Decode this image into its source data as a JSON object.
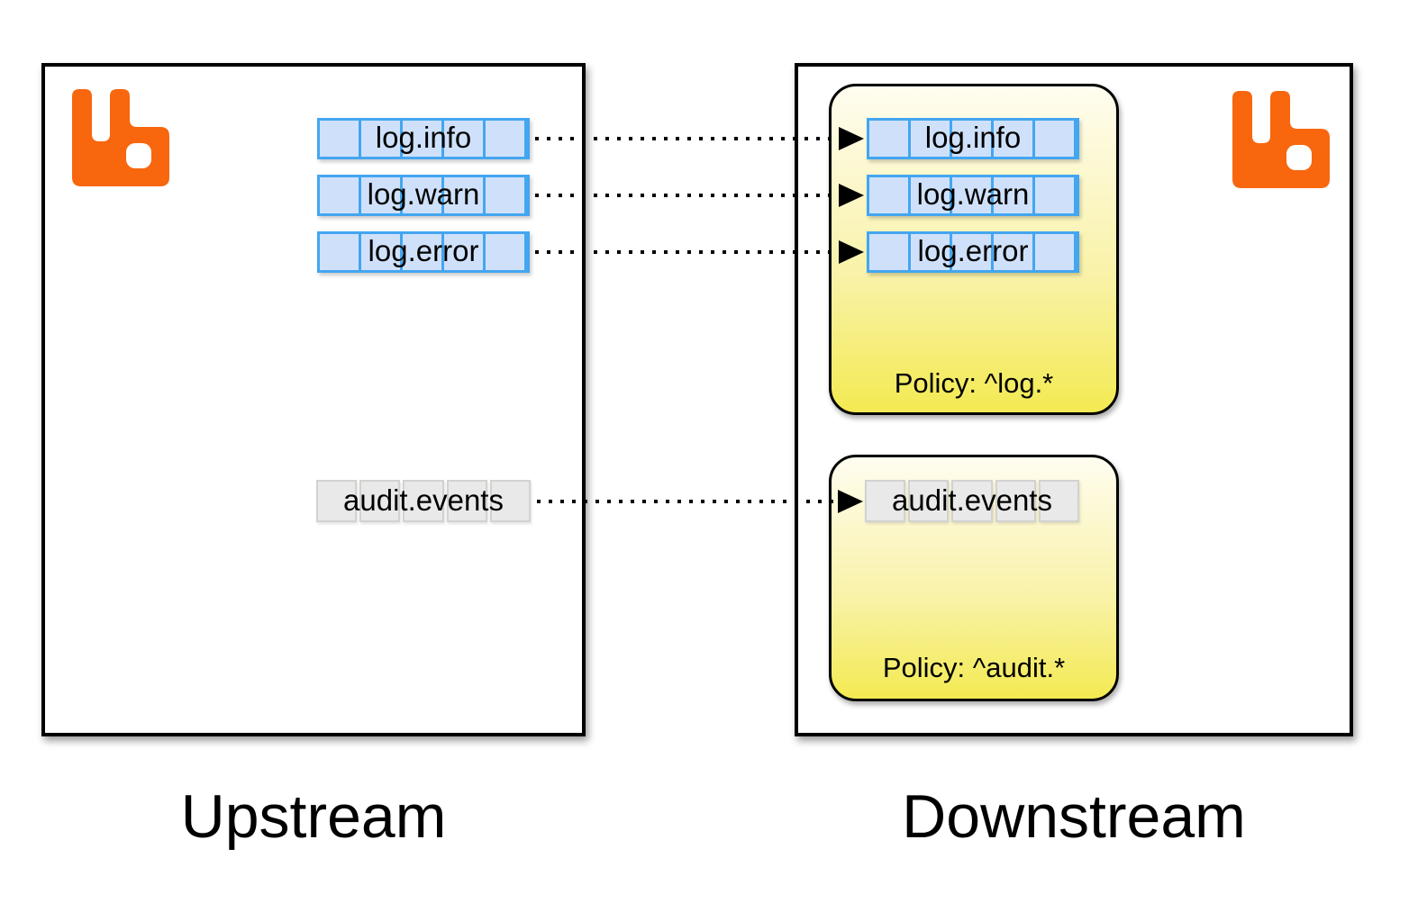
{
  "upstream": {
    "caption": "Upstream",
    "queues": [
      {
        "name": "log.info"
      },
      {
        "name": "log.warn"
      },
      {
        "name": "log.error"
      },
      {
        "name": "audit.events"
      }
    ]
  },
  "downstream": {
    "caption": "Downstream",
    "policies": [
      {
        "label": "Policy: ^log.*",
        "queues": [
          {
            "name": "log.info"
          },
          {
            "name": "log.warn"
          },
          {
            "name": "log.error"
          }
        ]
      },
      {
        "label": "Policy: ^audit.*",
        "queues": [
          {
            "name": "audit.events"
          }
        ]
      }
    ]
  },
  "icons": {
    "upstream_logo": "rabbitmq-logo",
    "downstream_logo": "rabbitmq-logo"
  },
  "colors": {
    "queue_blue_border": "#43a6f1",
    "queue_blue_fill": "#cfe1fa",
    "queue_gray_border": "#d2d2d0",
    "queue_gray_fill": "#e9e9e9",
    "policy_top": "#fffdf0",
    "policy_mid": "#f9f2a8",
    "policy_bottom": "#f3ea52",
    "logo_orange": "#f8660d",
    "link_color": "#000000"
  }
}
